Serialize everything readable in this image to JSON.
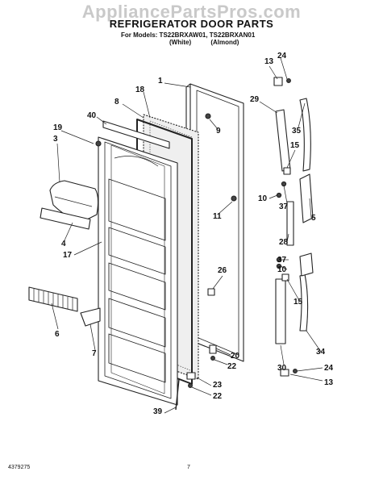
{
  "watermark": "AppliancePartsPros.com",
  "header": {
    "title": "REFRIGERATOR DOOR PARTS",
    "models_line": "For Models: TS22BRXAW01, TS22BRXAN01",
    "variant_white": "(White)",
    "variant_almond": "(Almond)"
  },
  "callouts": {
    "c1": "1",
    "c3": "3",
    "c4": "4",
    "c5": "5",
    "c6": "6",
    "c7": "7",
    "c8": "8",
    "c9": "9",
    "c10a": "10",
    "c10b": "10",
    "c11": "11",
    "c13a": "13",
    "c13b": "13",
    "c15a": "15",
    "c15b": "15",
    "c17": "17",
    "c18": "18",
    "c19": "19",
    "c20": "20",
    "c22a": "22",
    "c22b": "22",
    "c23": "23",
    "c24a": "24",
    "c24b": "24",
    "c26": "26",
    "c28": "28",
    "c29": "29",
    "c30": "30",
    "c34": "34",
    "c35": "35",
    "c37a": "37",
    "c37b": "37",
    "c39": "39",
    "c40": "40"
  },
  "footer": {
    "doc_number": "4379275",
    "page_number": "7"
  }
}
